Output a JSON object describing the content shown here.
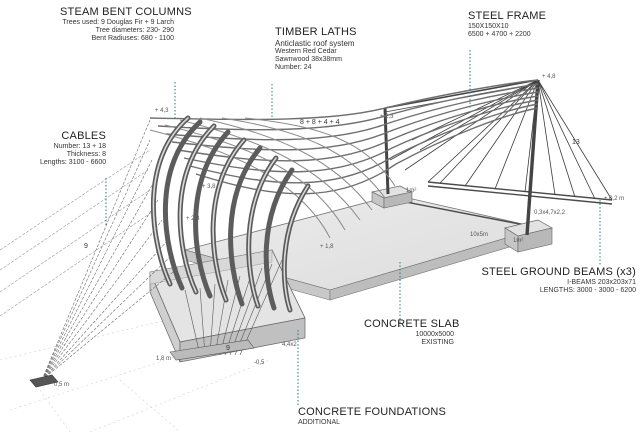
{
  "labels": {
    "steam_columns": {
      "title": "STEAM BENT COLUMNS",
      "lines": [
        "Trees used: 9 Douglas Fir + 9 Larch",
        "Tree diameters: 230- 290",
        "Bent Radiuses: 680 - 1100"
      ]
    },
    "timber_laths": {
      "title": "TIMBER LATHS",
      "lines": [
        "Anticlastic roof system",
        "Western Red Cedar",
        "Sawnwood 38x38mm",
        "Number: 24"
      ]
    },
    "steel_frame": {
      "title": "STEEL FRAME",
      "lines": [
        "150X150X10",
        "6500 + 4700 + 2200"
      ]
    },
    "cables": {
      "title": "CABLES",
      "lines": [
        "Number: 13 + 18",
        "Thickness: 8",
        "Lengths: 3100 - 6600"
      ]
    },
    "ground_beams": {
      "title": "STEEL GROUND BEAMS (x3)",
      "lines": [
        "I-BEAMS 203x203x71",
        "LENGTHS: 3000 - 3000 - 6200"
      ]
    },
    "concrete_slab": {
      "title": "CONCRETE SLAB",
      "lines": [
        "10000x5000",
        "EXISTING"
      ]
    },
    "foundations": {
      "title": "CONCRETE FOUNDATIONS",
      "lines": [
        "ADDITIONAL"
      ]
    }
  },
  "dims": {
    "lath_count": "8 + 8 + 4 + 4",
    "cable_count_left": "9",
    "cable_count_right": "13",
    "cable_count_bottom": "9",
    "lvl_left_top": "+ 4,3",
    "lvl_mid": "+ 2,3",
    "lvl_right_top": "+ 4,8",
    "lvl_low": "+ 1,8",
    "lvl_arch": "+ 3,8",
    "lvl_arch2": "+ 2,3",
    "lvl_ground_right": "+ 0,2 m",
    "lvl_beam": "0,3x4,7x2,2",
    "lvl_foot": "1,8 m",
    "lvl_foot2": "-0,5",
    "lvl_slab": "10x5m",
    "lvl_base": "4,4x2",
    "lvl_anchor": "0,5 m",
    "lvl_pad1": "1m²",
    "lvl_pad2": "1m²"
  },
  "colors": {
    "leader": "#1d7c7c",
    "steel": "#555555",
    "concrete": "#d0d0d0",
    "timber": "#9a9a9a"
  }
}
